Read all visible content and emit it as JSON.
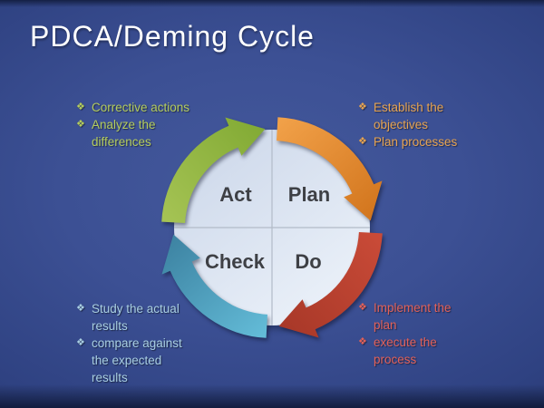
{
  "slide": {
    "title": "PDCA/Deming Cycle"
  },
  "cycle": {
    "disc": {
      "from": "#cdd8ea",
      "to": "#ebf1f9",
      "divider_color": "#b2bbc8"
    },
    "label_color": "#3e4045",
    "quadrants": [
      {
        "label": "Act"
      },
      {
        "label": "Plan"
      },
      {
        "label": "Check"
      },
      {
        "label": "Do"
      }
    ],
    "arrows": [
      {
        "name": "act-arrow",
        "from": "#a6c455",
        "to": "#82aa34"
      },
      {
        "name": "plan-arrow",
        "from": "#f2a24a",
        "to": "#d2751d"
      },
      {
        "name": "do-arrow",
        "from": "#ca4b38",
        "to": "#a83828"
      },
      {
        "name": "check-arrow",
        "from": "#64bdd9",
        "to": "#3d83a2"
      }
    ]
  },
  "bullet_glyph": "❖",
  "annotations": {
    "act": {
      "color": "#b5cd5d",
      "items": [
        {
          "lines": [
            "Corrective actions"
          ]
        },
        {
          "lines": [
            "Analyze the",
            "differences"
          ]
        }
      ]
    },
    "plan": {
      "color": "#e7a452",
      "items": [
        {
          "lines": [
            "Establish the",
            "objectives"
          ]
        },
        {
          "lines": [
            "Plan processes"
          ]
        }
      ]
    },
    "check": {
      "color": "#a9cfe3",
      "items": [
        {
          "lines": [
            "Study the actual",
            "results"
          ]
        },
        {
          "lines": [
            "compare against",
            "the expected",
            "results"
          ]
        }
      ]
    },
    "do": {
      "color": "#e2615a",
      "items": [
        {
          "lines": [
            "Implement the",
            "plan"
          ]
        },
        {
          "lines": [
            "execute the",
            "process"
          ]
        }
      ]
    }
  }
}
